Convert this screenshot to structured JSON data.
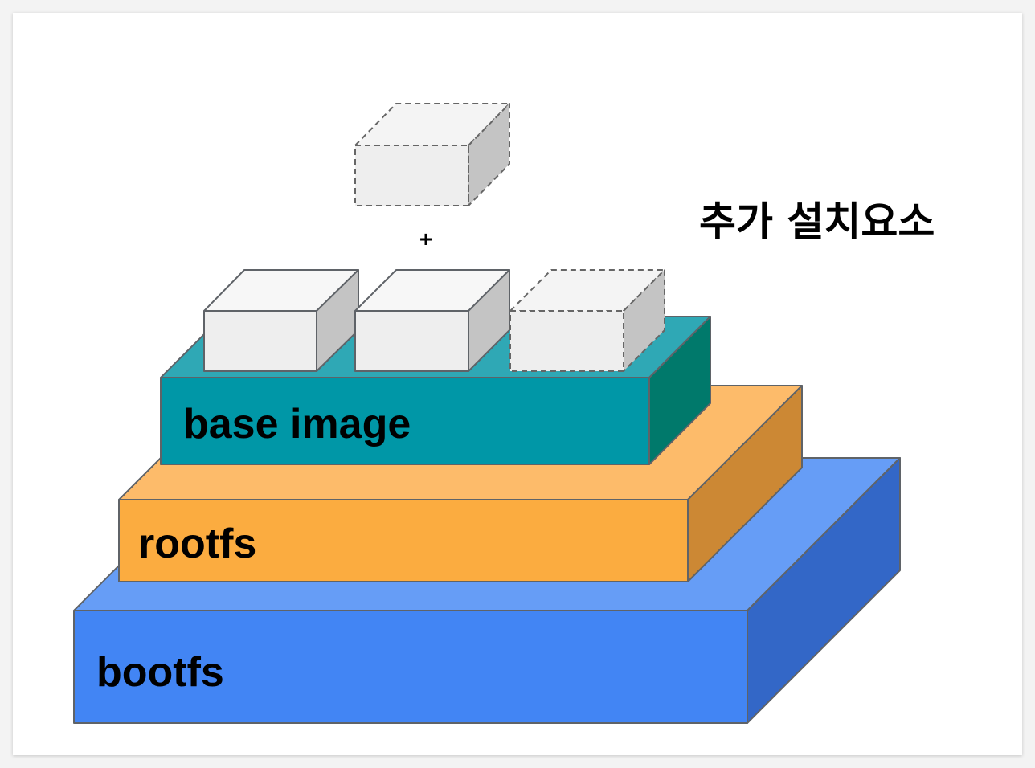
{
  "layers": [
    {
      "name": "bootfs",
      "color": "#4285f4"
    },
    {
      "name": "rootfs",
      "color": "#fbac40"
    },
    {
      "name": "base image",
      "color": "#0097a7"
    }
  ],
  "plus": "+",
  "annotation": "추가 설치요소"
}
